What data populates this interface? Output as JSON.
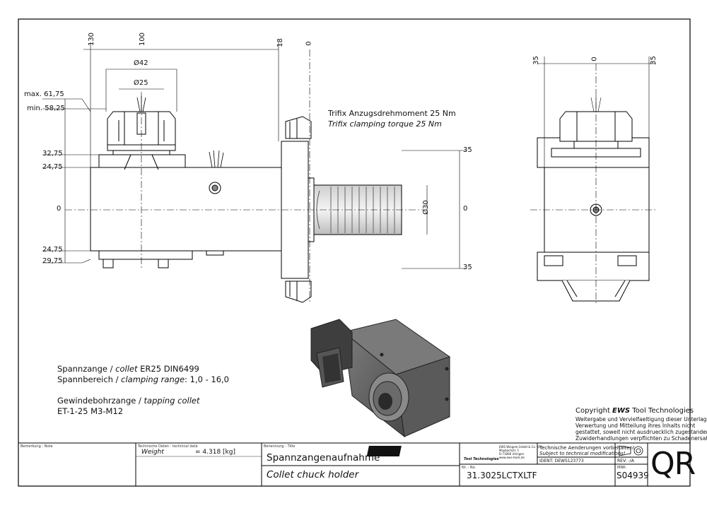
{
  "dimensions": {
    "top": [
      "130",
      "100",
      "18",
      "0"
    ],
    "top_right": [
      "35",
      "0",
      "35"
    ],
    "dia42": "Ø42",
    "dia25": "Ø25",
    "dia30": "Ø30",
    "left": [
      "max. 61,75",
      "min. 58,25",
      "32,75",
      "24,75",
      "0",
      "24,75",
      "29,75"
    ],
    "right": [
      "35",
      "0",
      "35"
    ]
  },
  "torque": {
    "de": "Trifix Anzugsdrehmoment  25 Nm",
    "en": "Trifix clamping torque  25 Nm"
  },
  "specs": {
    "collet_de": "Spannzange / ",
    "collet_en": "collet",
    "collet_val": "  ER25   DIN6499",
    "range_de": "Spannbereich / ",
    "range_en": "clamping range",
    "range_val": ": 1,0 - 16,0",
    "tap_de": "Gewindebohrzange / ",
    "tap_en": "tapping collet",
    "tap_val": "ET-1-25   M3-M12"
  },
  "copyright": {
    "title_pre": "Copyright ",
    "title_brand": "EWS",
    "title_post": " Tool Technologies",
    "lines": [
      "Weitergabe und Vervielfaeltigung dieser Unterlage,",
      "Verwertung und Mitteilung ihres Inhalts nicht",
      "gestattet, soweit nicht ausdruecklich zugestanden.",
      "Zuwiderhandlungen verpflichten zu Schadenersatz."
    ]
  },
  "titleblock": {
    "remark_label": "Bemerkung - Note",
    "techdata_label": "Technische Daten - technical data",
    "weight_label": "Weight",
    "weight_value": "=   4.318 [kg]",
    "name_label": "Benennung - Title",
    "title_de": "Spannzangenaufnahme",
    "title_en": "Collet chuck holder",
    "logo": "EWS",
    "logo_sub": "Tool Technologies",
    "company": [
      "EWS Weigele GmbH & Co. KG",
      "Maybachstr. 1",
      "D-73066 Uhingen",
      "www.ews-tools.de"
    ],
    "change_de": "Technische Aenderungen vorbehalten!",
    "change_en": "Subject to technical modifications!",
    "ident": "IDENT:   DEWS123773",
    "rev": "REV:  -/A",
    "no_label": "Nr. - No.",
    "part_no": "31.3025LCTXLTF",
    "mnr_label": "MNR:",
    "mnr": "S04939",
    "qr": "QR"
  }
}
